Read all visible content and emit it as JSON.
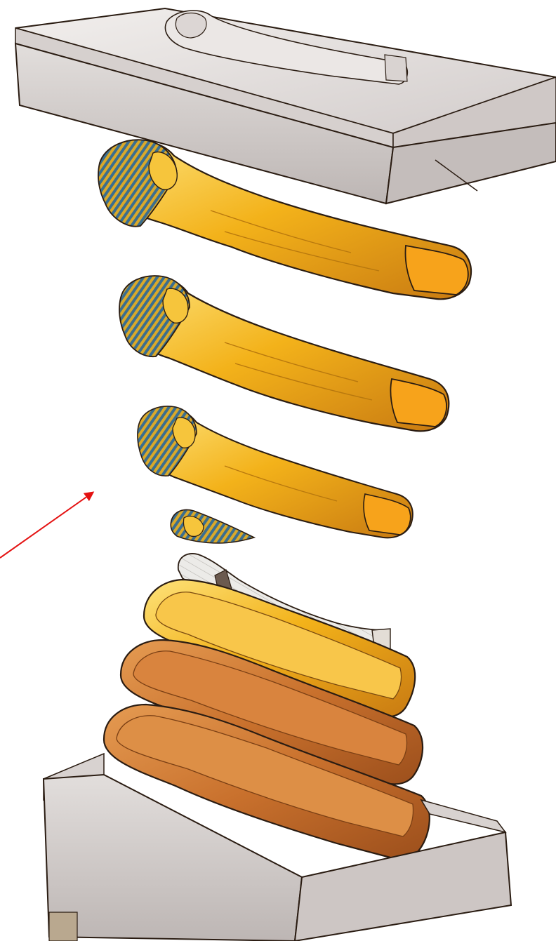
{
  "diagram": {
    "description_labels": [],
    "parts": [
      {
        "id": "sarcophagus-lid",
        "kind": "stone lid with relief figure"
      },
      {
        "id": "outer-coffin-lid",
        "kind": "gilded anthropoid coffin lid"
      },
      {
        "id": "middle-coffin-lid",
        "kind": "gilded anthropoid coffin lid"
      },
      {
        "id": "inner-coffin-lid",
        "kind": "gilded anthropoid coffin lid"
      },
      {
        "id": "funerary-mask",
        "kind": "gold mask"
      },
      {
        "id": "mummy",
        "kind": "wrapped body"
      },
      {
        "id": "inner-coffin-base",
        "kind": "gilded coffin base"
      },
      {
        "id": "middle-coffin-base",
        "kind": "wooden coffin base"
      },
      {
        "id": "outer-coffin-base",
        "kind": "wooden coffin base"
      },
      {
        "id": "sarcophagus-box",
        "kind": "stone box"
      }
    ],
    "pointer_arrows": [
      {
        "color": "#e41111",
        "target": "inner-coffin-lid"
      }
    ],
    "colors": {
      "stone": "#e8e4e2",
      "stone_shade": "#c9c3c2",
      "gold": "#f3b21a",
      "gold_light": "#fde27a",
      "gold_dark": "#c87a12",
      "wood": "#c9712d",
      "wood_light": "#dd8f46",
      "headdress_blue": "#3b6e8f",
      "headdress_gold": "#d9a92a",
      "bandage": "#ecebe8",
      "outline": "#2a1c12",
      "arrow": "#e41111"
    }
  }
}
